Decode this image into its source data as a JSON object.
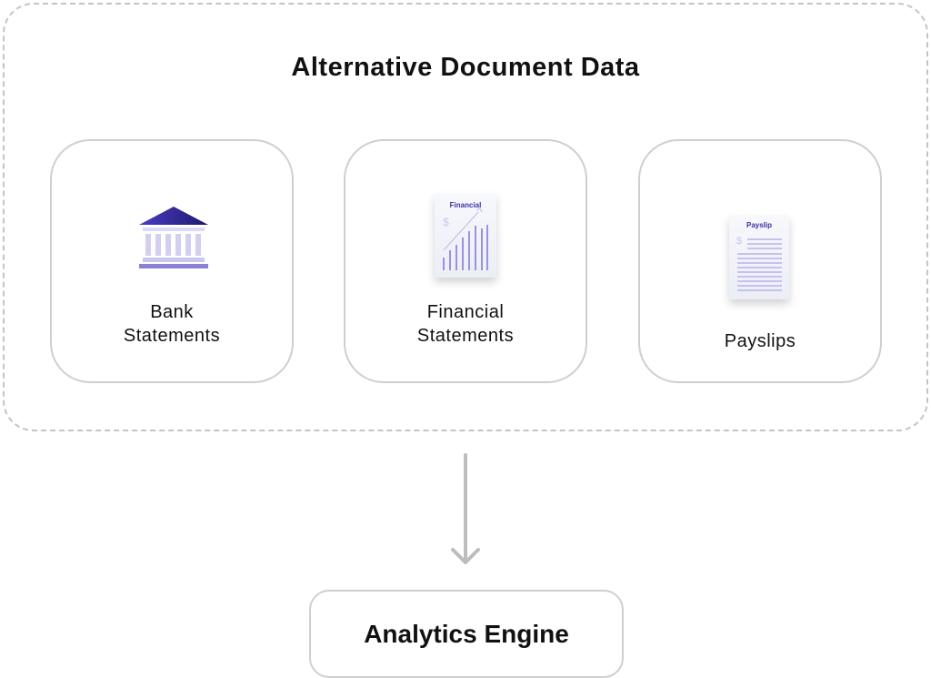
{
  "title": "Alternative Document Data",
  "cards": [
    {
      "label_line1": "Bank",
      "label_line2": "Statements",
      "icon": "bank-icon"
    },
    {
      "label_line1": "Financial",
      "label_line2": "Statements",
      "icon": "financial-report-icon",
      "doc_title": "Financial",
      "currency": "$"
    },
    {
      "label": "Payslips",
      "icon": "payslip-icon",
      "doc_title": "Payslip",
      "currency": "$"
    }
  ],
  "engine": {
    "label": "Analytics Engine"
  },
  "colors": {
    "accent": "#3b2fa8",
    "light": "#d8d6f2",
    "border": "#cfcfcf"
  }
}
